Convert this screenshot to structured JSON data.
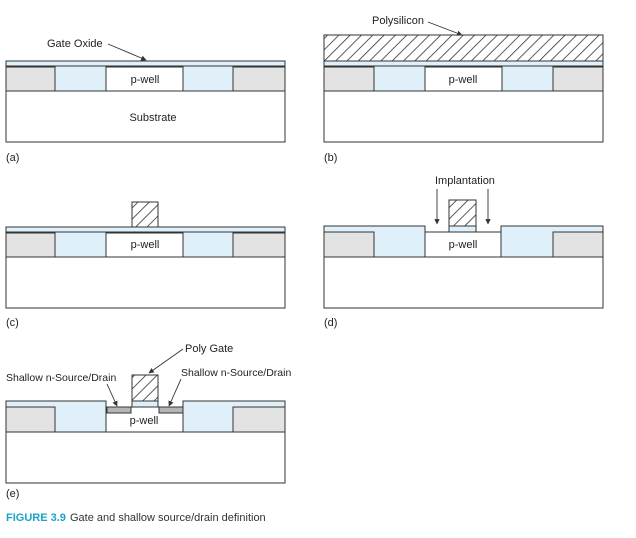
{
  "panels": {
    "a": {
      "tag": "(a)",
      "gate_oxide_label": "Gate Oxide",
      "pwell_label": "p-well",
      "substrate_label": "Substrate"
    },
    "b": {
      "tag": "(b)",
      "polysilicon_label": "Polysilicon",
      "pwell_label": "p-well"
    },
    "c": {
      "tag": "(c)",
      "pwell_label": "p-well"
    },
    "d": {
      "tag": "(d)",
      "implantation_label": "Implantation",
      "pwell_label": "p-well"
    },
    "e": {
      "tag": "(e)",
      "poly_gate_label": "Poly Gate",
      "sd_left_label": "Shallow n-Source/Drain",
      "sd_right_label": "Shallow n-Source/Drain",
      "pwell_label": "p-well"
    }
  },
  "caption": {
    "number": "FIGURE 3.9",
    "text": "Gate and shallow source/drain definition"
  },
  "colors": {
    "well_fill": "#dff0fa",
    "isolation_fill": "#e3e3e3",
    "source_drain_fill": "#b5b5b5",
    "caption_accent": "#1aa3c8"
  }
}
